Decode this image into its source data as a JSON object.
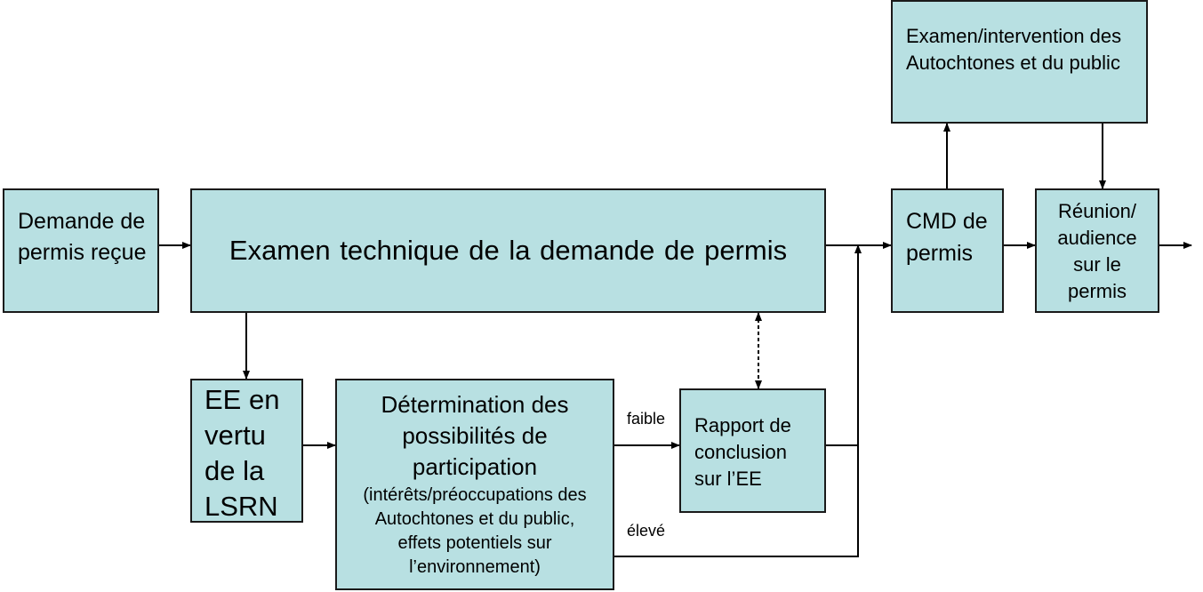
{
  "diagram": {
    "boxes": {
      "demande": "Demande de permis reçue",
      "examen_technique": "Examen technique de la demande de permis",
      "ee": "EE en vertu de la LSRN",
      "determination_main": "Détermination des possibilités de participation",
      "determination_sub": "(intérêts/préoccupations des Autochtones et du public, effets potentiels sur l’environnement)",
      "rapport": "Rapport de conclusion sur l’EE",
      "cmd": "CMD de permis",
      "reunion": "Réunion/ audience sur le permis",
      "intervention": "Examen/intervention des Autochtones et du public"
    },
    "edge_labels": {
      "faible": "faible",
      "eleve": "élevé"
    },
    "colors": {
      "box_fill": "#b8e0e2",
      "box_border": "#1a1a1a",
      "line": "#000000"
    }
  }
}
